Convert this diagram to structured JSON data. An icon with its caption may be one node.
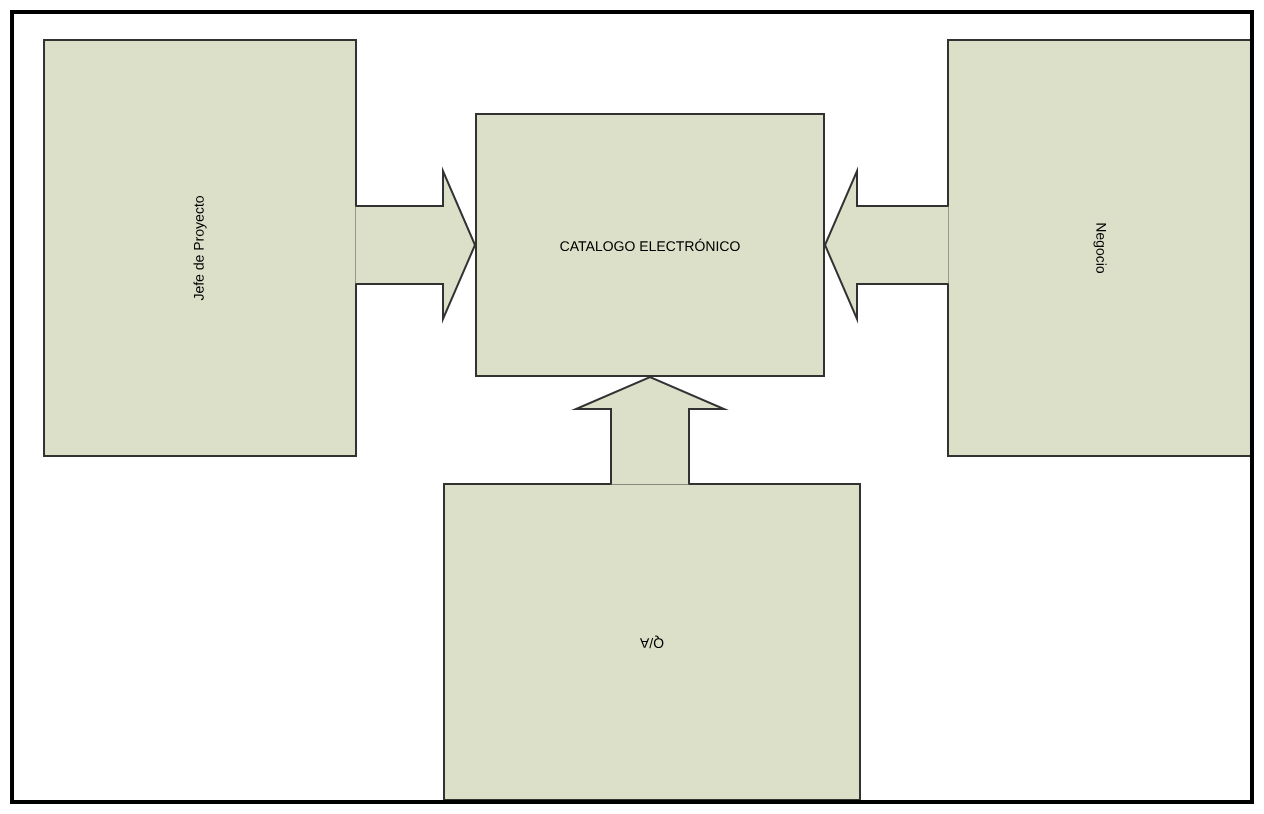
{
  "diagram": {
    "nodes": [
      {
        "text": [
          "Jefe de Proyecto"
        ]
      },
      {
        "text": [
          "CATALOGO ELECTRÓNICO"
        ]
      },
      {
        "text": [
          "Negocio"
        ]
      },
      {
        "text": [
          "Q/A"
        ]
      }
    ],
    "edges": [
      {
        "from": 0,
        "to": 1,
        "arrow": "to"
      },
      {
        "from": 2,
        "to": 1,
        "arrow": "to"
      },
      {
        "from": 3,
        "to": 1,
        "arrow": "to"
      }
    ]
  }
}
